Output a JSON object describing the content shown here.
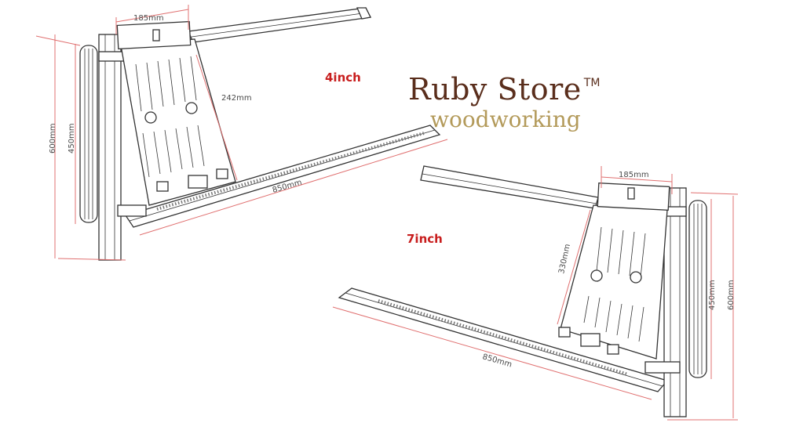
{
  "brand": {
    "name": "Ruby Store",
    "trademark": "TM",
    "tagline": "woodworking",
    "name_color": "#5a2e1c",
    "tagline_color": "#b39a5a"
  },
  "variant_label_color": "#c81e1e",
  "dimension_line_color": "#e07070",
  "variants": [
    {
      "label": "4inch",
      "dimensions": {
        "top_width": "185mm",
        "plate_length": "242mm",
        "rail_length": "850mm",
        "outer_length": "600mm",
        "inner_length": "450mm"
      }
    },
    {
      "label": "7inch",
      "dimensions": {
        "top_width": "185mm",
        "plate_length": "330mm",
        "rail_length": "850mm",
        "outer_length": "600mm",
        "inner_length": "450mm"
      }
    }
  ]
}
